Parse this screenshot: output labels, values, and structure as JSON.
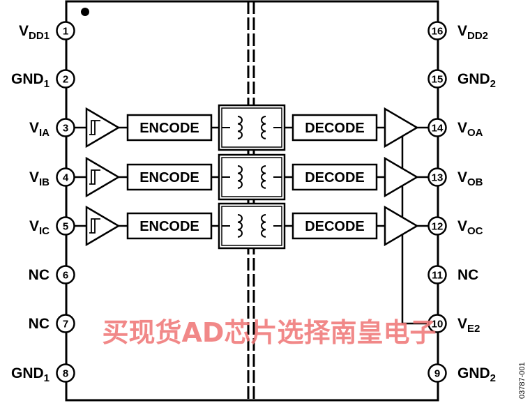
{
  "left_pins": [
    {
      "num": "1",
      "label": "V",
      "sub": "DD1"
    },
    {
      "num": "2",
      "label": "GND",
      "sub": "1"
    },
    {
      "num": "3",
      "label": "V",
      "sub": "IA"
    },
    {
      "num": "4",
      "label": "V",
      "sub": "IB"
    },
    {
      "num": "5",
      "label": "V",
      "sub": "IC"
    },
    {
      "num": "6",
      "label": "NC",
      "sub": ""
    },
    {
      "num": "7",
      "label": "NC",
      "sub": ""
    },
    {
      "num": "8",
      "label": "GND",
      "sub": "1"
    }
  ],
  "right_pins": [
    {
      "num": "16",
      "label": "V",
      "sub": "DD2"
    },
    {
      "num": "15",
      "label": "GND",
      "sub": "2"
    },
    {
      "num": "14",
      "label": "V",
      "sub": "OA"
    },
    {
      "num": "13",
      "label": "V",
      "sub": "OB"
    },
    {
      "num": "12",
      "label": "V",
      "sub": "OC"
    },
    {
      "num": "11",
      "label": "NC",
      "sub": ""
    },
    {
      "num": "10",
      "label": "V",
      "sub": "E2"
    },
    {
      "num": "9",
      "label": "GND",
      "sub": "2"
    }
  ],
  "blocks": {
    "encode": "ENCODE",
    "decode": "DECODE"
  },
  "figure_id": "03787-001",
  "watermark": "买现货AD芯片选择南皇电子",
  "colors": {
    "line": "#000000",
    "watermark": "#f07878"
  }
}
